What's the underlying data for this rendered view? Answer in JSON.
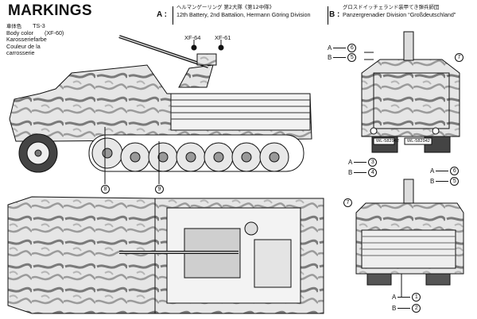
{
  "title": "MARKINGS",
  "markingA": {
    "letter": "A",
    "jp": "ヘルマンゲーリング 第2大隊《第12中隊》",
    "en": "12th Battery, 2nd Battalion, Hermann Göring Division"
  },
  "markingB": {
    "letter": "B",
    "jp": "グロスドイッチェランド装甲てき弾兵師団",
    "en": "Panzergrenadier Division “Großdeutschland”"
  },
  "bodyColor": {
    "jp": "車体色",
    "code": "TS-3",
    "en": "Body color",
    "paint": "(XF-60)",
    "de": "Karosseriefarbe",
    "fr1": "Couleur de la",
    "fr2": "carrosserie"
  },
  "colorCallouts": {
    "left": "XF-64",
    "right": "XF-61"
  },
  "plates": {
    "a": "WL-582942",
    "b": "WL-582942"
  },
  "sideCallouts": {
    "c8": "8",
    "c9": "9"
  },
  "rearCallouts": {
    "topA": "A",
    "top6": "6",
    "topB": "B",
    "top5": "5",
    "c7": "7",
    "midA": "A",
    "mid3": "3",
    "midB": "B",
    "mid4": "4"
  },
  "frontCallouts": {
    "rA": "A",
    "r6": "6",
    "rB": "B",
    "r5": "5",
    "c7": "7",
    "botA": "A",
    "b1": "1",
    "botB": "B",
    "b2": "2"
  }
}
